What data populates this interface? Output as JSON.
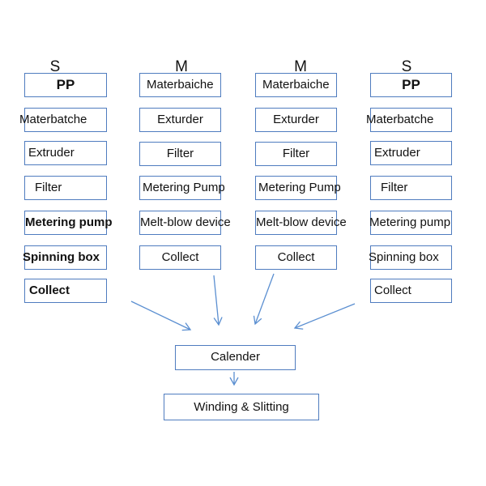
{
  "columns": [
    {
      "label": "S",
      "steps": [
        "PP",
        "Materbatche",
        "Extruder",
        "Filter",
        "Metering pump",
        "Spinning box",
        "Collect"
      ]
    },
    {
      "label": "M",
      "steps": [
        "Materbaiche",
        "Exturder",
        "Filter",
        "Metering Pump",
        "Melt-blow device",
        "Collect"
      ]
    },
    {
      "label": "M",
      "steps": [
        "Materbaiche",
        "Exturder",
        "Filter",
        "Metering Pump",
        "Melt-blow device",
        "Collect"
      ]
    },
    {
      "label": "S",
      "steps": [
        "PP",
        "Materbatche",
        "Extruder",
        "Filter",
        "Metering pump",
        "Spinning box",
        "Collect"
      ]
    }
  ],
  "merge": {
    "calender": "Calender",
    "winding": "Winding & Slitting"
  },
  "colors": {
    "box_border": "#4f7cbf",
    "arrow": "#5b8fd1"
  }
}
